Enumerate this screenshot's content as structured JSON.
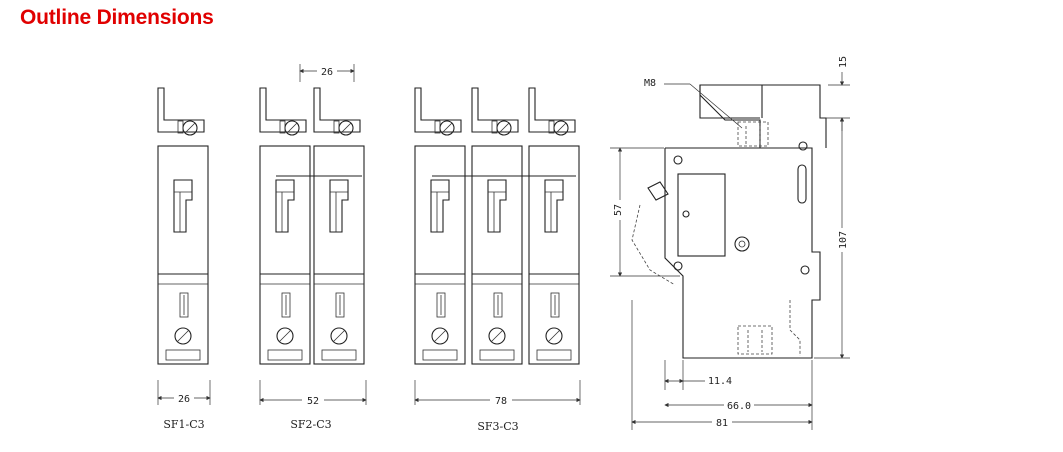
{
  "title": "Outline Dimensions",
  "breakers": [
    {
      "caption": "SF1-C3",
      "width_label": "26"
    },
    {
      "caption": "SF2-C3",
      "width_label": "52",
      "pitch_label": "26"
    },
    {
      "caption": "SF3-C3",
      "width_label": "78"
    }
  ],
  "side_view": {
    "thread_label": "M8",
    "dim_top": "15",
    "dim_height": "107",
    "dim_mid": "57",
    "dim_offset": "11.4",
    "dim_depth1": "66.0",
    "dim_depth2": "81"
  }
}
